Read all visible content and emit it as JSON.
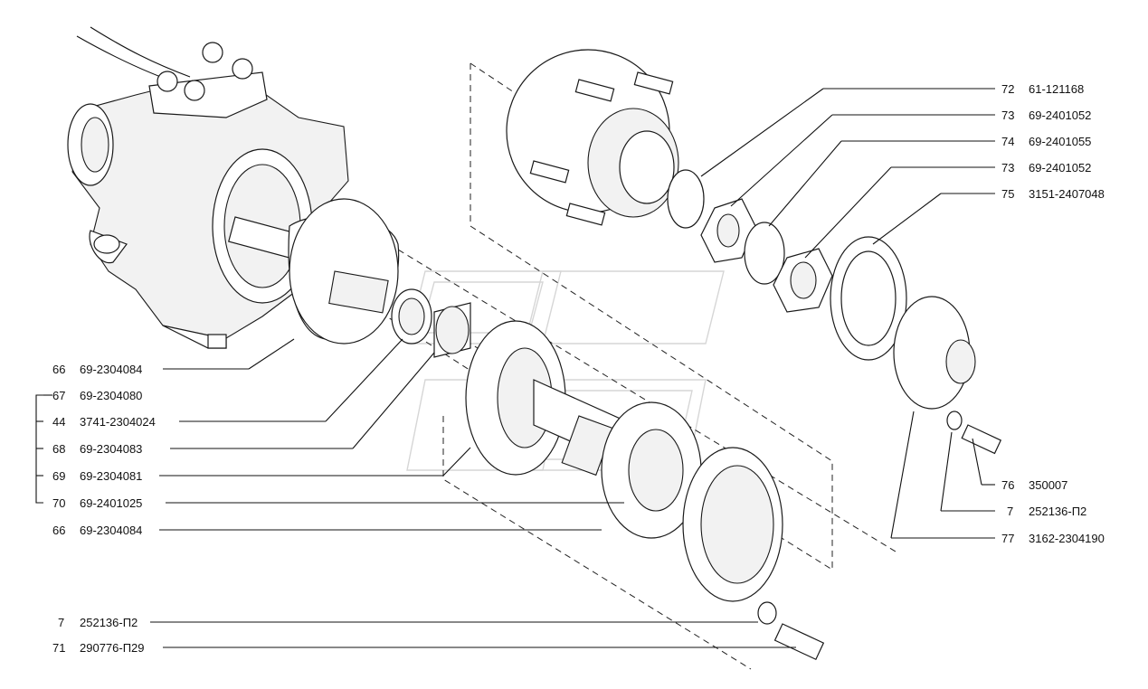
{
  "colors": {
    "line": "#111111",
    "background": "#ffffff",
    "watermark": "#d6d6d6"
  },
  "callouts": [
    {
      "num": "72",
      "code": "61-121168"
    },
    {
      "num": "73",
      "code": "69-2401052"
    },
    {
      "num": "74",
      "code": "69-2401055"
    },
    {
      "num": "73",
      "code": "69-2401052"
    },
    {
      "num": "75",
      "code": "3151-2407048"
    },
    {
      "num": "76",
      "code": "350007"
    },
    {
      "num": "7",
      "code": "252136-П2"
    },
    {
      "num": "77",
      "code": "3162-2304190"
    },
    {
      "num": "66",
      "code": "69-2304084"
    },
    {
      "num": "67",
      "code": "69-2304080"
    },
    {
      "num": "44",
      "code": "3741-2304024"
    },
    {
      "num": "68",
      "code": "69-2304083"
    },
    {
      "num": "69",
      "code": "69-2304081"
    },
    {
      "num": "70",
      "code": "69-2401025"
    },
    {
      "num": "66",
      "code": "69-2304084"
    },
    {
      "num": "7",
      "code": "252136-П2"
    },
    {
      "num": "71",
      "code": "290776-П29"
    }
  ]
}
